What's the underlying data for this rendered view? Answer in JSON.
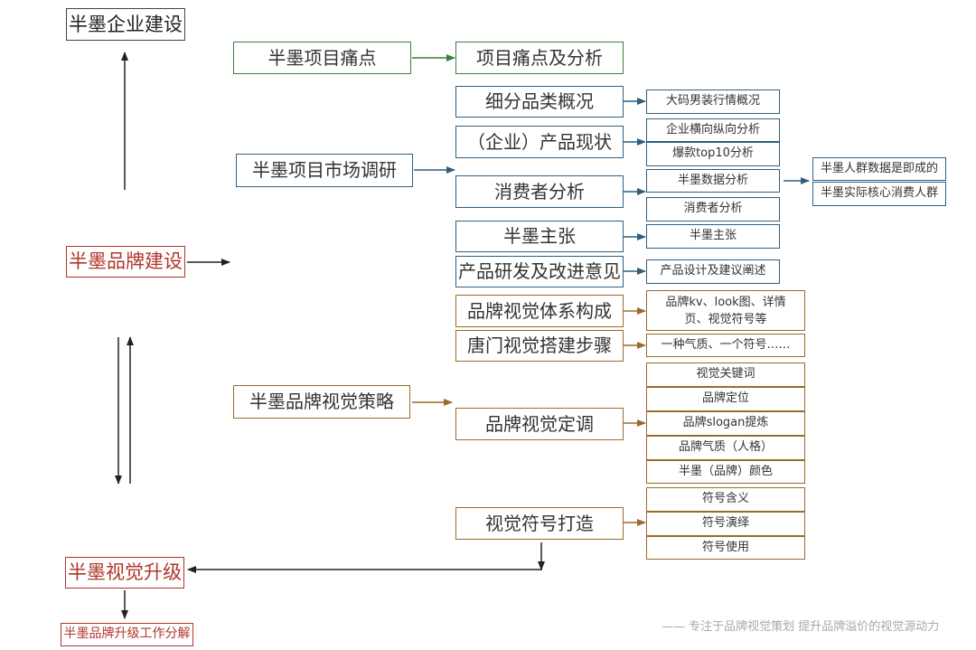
{
  "root": {
    "enterprise": "半墨企业建设",
    "brand_building": "半墨品牌建设",
    "visual_upgrade": "半墨视觉升级",
    "breakdown": "半墨品牌升级工作分解"
  },
  "pain": {
    "title": "半墨项目痛点",
    "analysis": "项目痛点及分析"
  },
  "market": {
    "title": "半墨项目市场调研",
    "categories": "细分品类概况",
    "categories_detail": "大码男装行情概况",
    "product_status": "（企业）产品现状",
    "product_horizontal": "企业横向纵向分析",
    "product_top10": "爆款top10分析",
    "consumer": "消费者分析",
    "consumer_data": "半墨数据分析",
    "consumer_sub": "消费者分析",
    "consumer_group": "半墨人群数据是即成的",
    "consumer_core": "半墨实际核心消费人群",
    "proposition": "半墨主张",
    "proposition_sub": "半墨主张",
    "rd": "产品研发及改进意见",
    "rd_sub": "产品设计及建议阐述"
  },
  "visual": {
    "title": "半墨品牌视觉策略",
    "system": "品牌视觉体系构成",
    "system_sub": "品牌kv、look图、详情页、视觉符号等",
    "tangmen": "唐门视觉搭建步骤",
    "tangmen_sub": "一种气质、一个符号……",
    "tone": "品牌视觉定调",
    "tone_items": [
      "视觉关键词",
      "品牌定位",
      "品牌slogan提炼",
      "品牌气质（人格）",
      "半墨（品牌）颜色"
    ],
    "symbol": "视觉符号打造",
    "symbol_items": [
      "符号含义",
      "符号演绎",
      "符号使用"
    ]
  },
  "footer": "—— 专注于品牌视觉策划 提升品牌溢价的视觉源动力",
  "colors": {
    "brand_red": "#b0352b",
    "green": "#3d7f3d",
    "blue": "#2f5f7f",
    "brown": "#9a6b2c",
    "black": "#333333"
  }
}
